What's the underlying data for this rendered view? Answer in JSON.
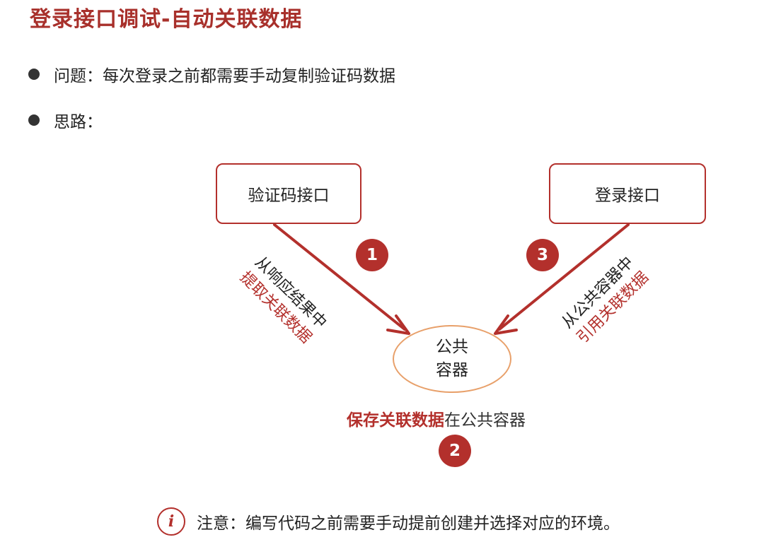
{
  "title": "登录接口调试-自动关联数据",
  "bullets": {
    "problem": "问题：每次登录之前都需要手动复制验证码数据",
    "idea": "思路："
  },
  "diagram": {
    "box_left": "验证码接口",
    "box_right": "登录接口",
    "container_line1": "公共",
    "container_line2": "容器",
    "steps": [
      "1",
      "2",
      "3"
    ],
    "left_label": {
      "line1": "从响应结果中",
      "line2": "提取关联数据"
    },
    "right_label": {
      "line1": "从公共容器中",
      "line2": "引用关联数据"
    },
    "save_red": "保存关联数据",
    "save_gray": "在公共容器",
    "accent_color": "#b3302c",
    "ellipse_color": "#e8a06a"
  },
  "note": {
    "icon": "info-icon",
    "icon_glyph": "i",
    "text": "注意：编写代码之前需要手动提前创建并选择对应的环境。"
  }
}
